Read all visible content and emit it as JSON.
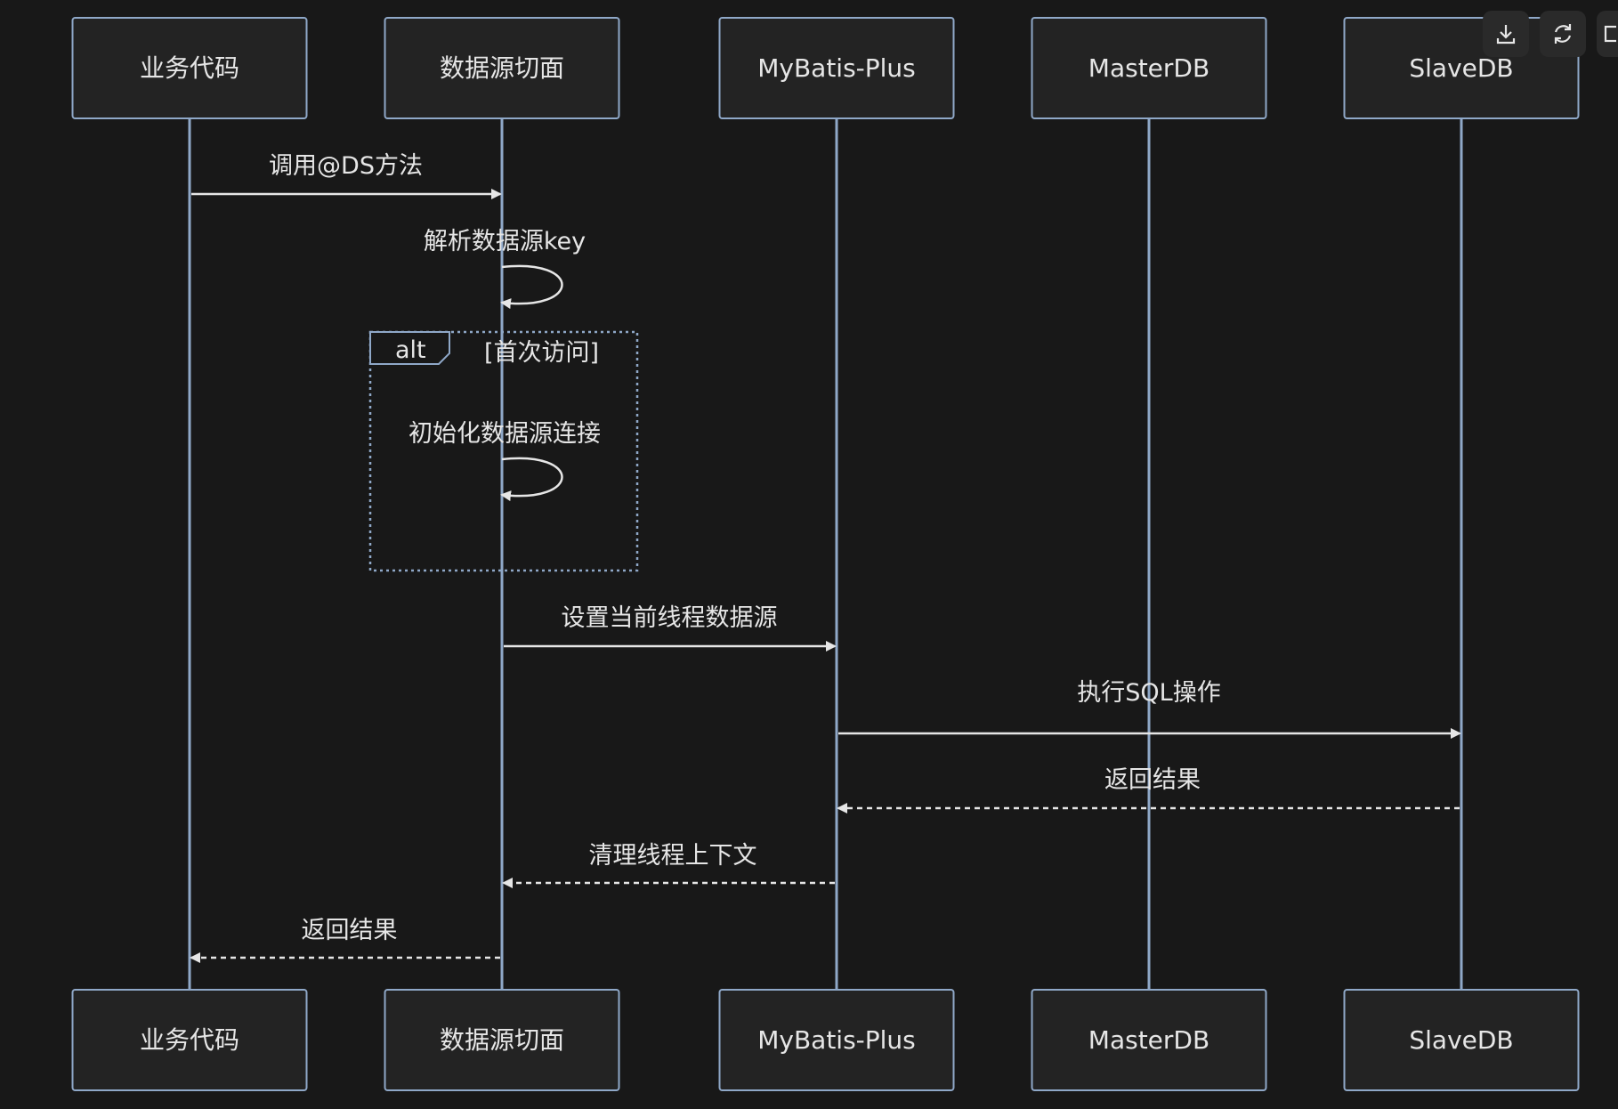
{
  "colors": {
    "background": "#181818",
    "participant_fill": "#232323",
    "accent_border": "#8fa8c8",
    "text": "#e6e6e6"
  },
  "toolbar": {
    "icons": [
      "download-icon",
      "refresh-icon",
      "expand-icon"
    ]
  },
  "participants": [
    {
      "id": "biz",
      "label": "业务代码"
    },
    {
      "id": "aspect",
      "label": "数据源切面"
    },
    {
      "id": "mybatis",
      "label": "MyBatis-Plus"
    },
    {
      "id": "master",
      "label": "MasterDB"
    },
    {
      "id": "slave",
      "label": "SlaveDB"
    }
  ],
  "messages": [
    {
      "from": "biz",
      "to": "aspect",
      "label": "调用@DS方法",
      "style": "solid"
    },
    {
      "from": "aspect",
      "to": "aspect",
      "label": "解析数据源key",
      "style": "self"
    },
    {
      "from": "aspect",
      "to": "aspect",
      "label": "初始化数据源连接",
      "style": "self"
    },
    {
      "from": "aspect",
      "to": "mybatis",
      "label": "设置当前线程数据源",
      "style": "solid"
    },
    {
      "from": "mybatis",
      "to": "slave",
      "label": "执行SQL操作",
      "style": "solid"
    },
    {
      "from": "slave",
      "to": "mybatis",
      "label": "返回结果",
      "style": "dashed"
    },
    {
      "from": "mybatis",
      "to": "aspect",
      "label": "清理线程上下文",
      "style": "dashed"
    },
    {
      "from": "aspect",
      "to": "biz",
      "label": "返回结果",
      "style": "dashed"
    }
  ],
  "fragments": [
    {
      "type": "alt",
      "condition": "[首次访问]",
      "covers_messages": [
        2
      ]
    }
  ]
}
